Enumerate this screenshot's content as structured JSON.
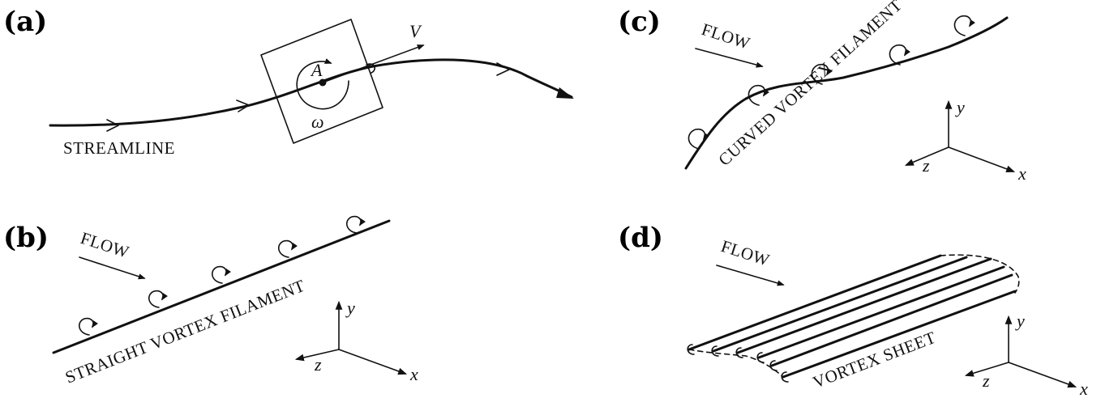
{
  "panels": {
    "a": {
      "label": "(a)",
      "streamline": "STREAMLINE",
      "point": "A",
      "velocity": "V",
      "vorticity": "ω"
    },
    "b": {
      "label": "(b)",
      "flow": "FLOW",
      "filament": "STRAIGHT VORTEX FILAMENT",
      "axis_x": "x",
      "axis_y": "y",
      "axis_z": "z"
    },
    "c": {
      "label": "(c)",
      "flow": "FLOW",
      "filament": "CURVED VORTEX FILAMENT",
      "axis_x": "x",
      "axis_y": "y",
      "axis_z": "z"
    },
    "d": {
      "label": "(d)",
      "flow": "FLOW",
      "sheet": "VORTEX SHEET",
      "axis_x": "x",
      "axis_y": "y",
      "axis_z": "z"
    }
  }
}
